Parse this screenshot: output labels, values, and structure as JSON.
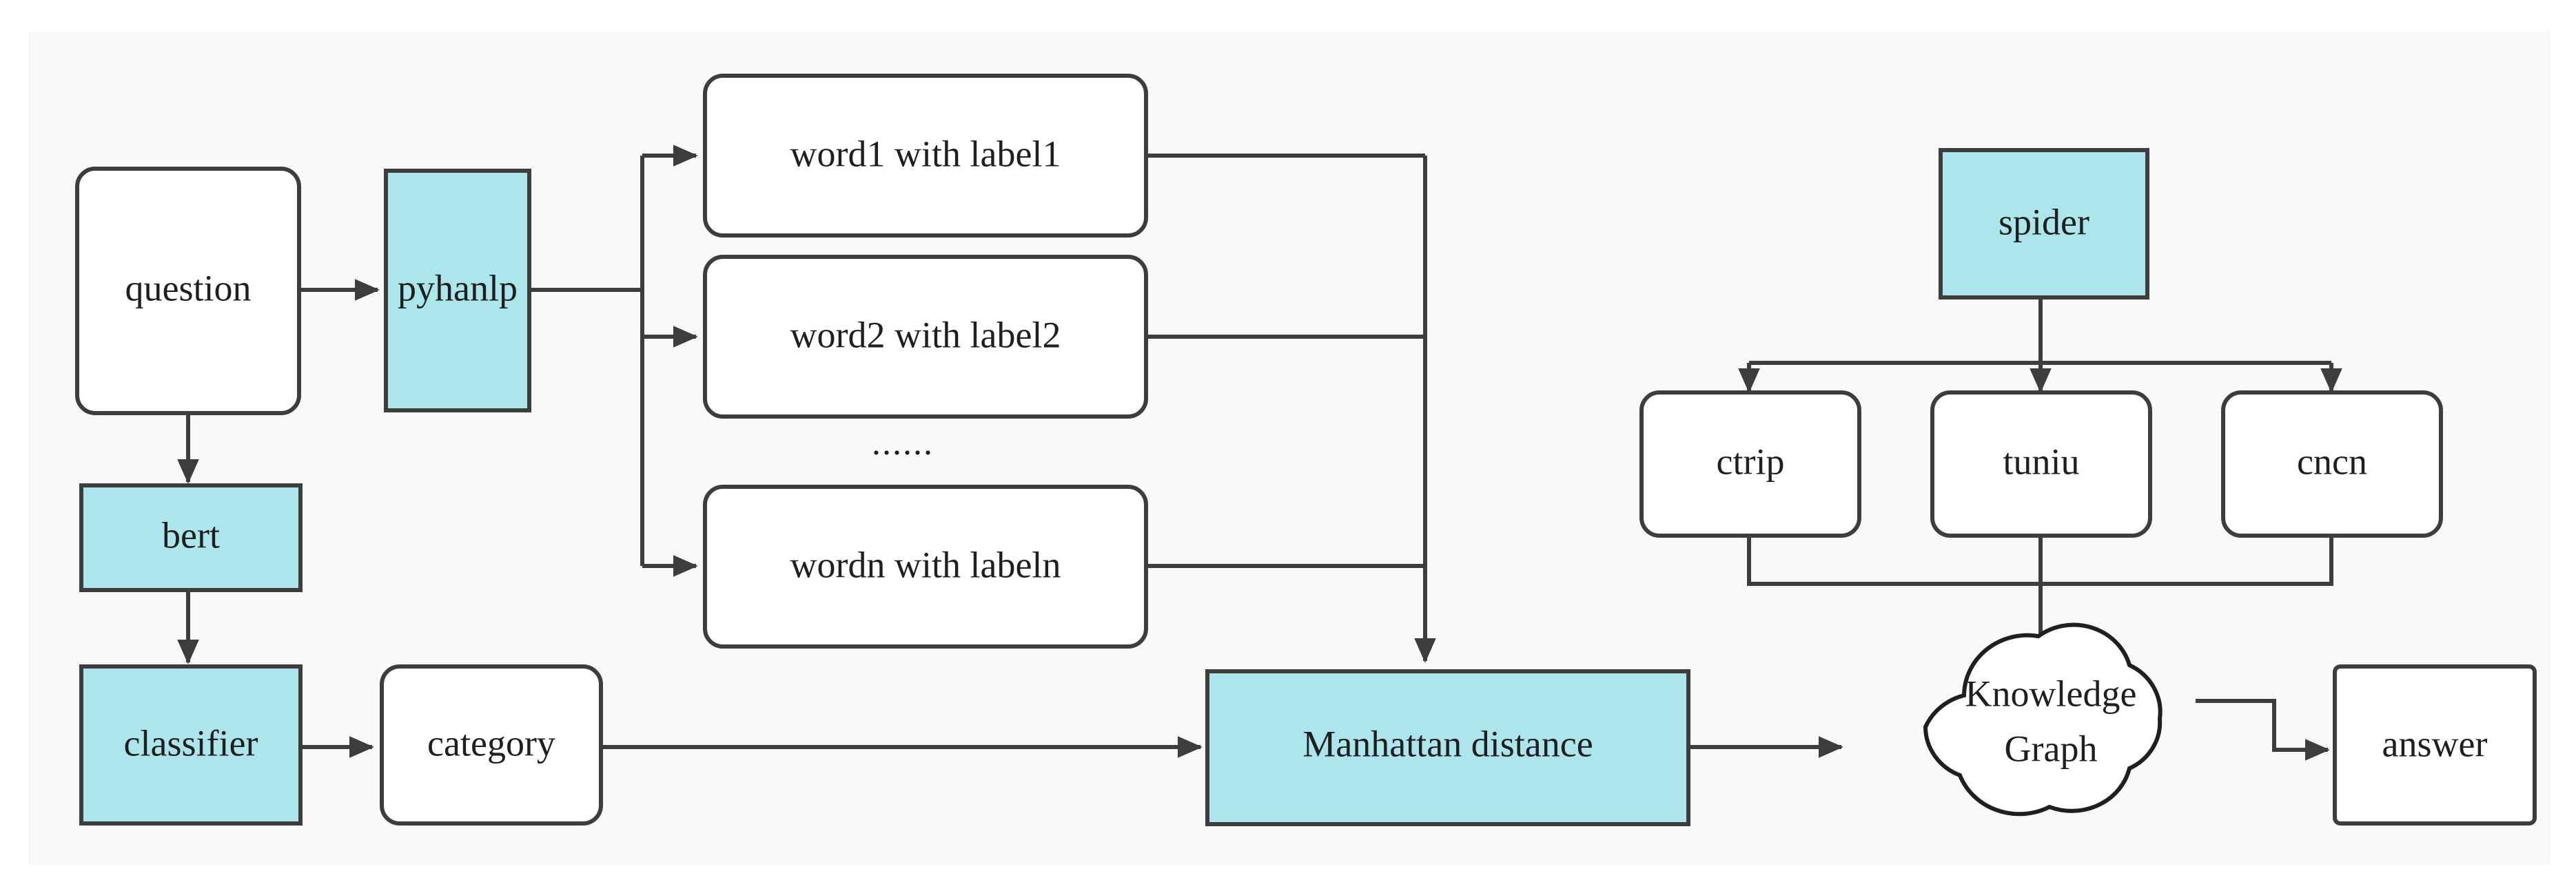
{
  "diagram": {
    "title": "KBQA pipeline flowchart",
    "background_color": "#f9f9f9",
    "accent_color": "#ace5ec",
    "stroke_color": "#3d3d3d",
    "text_color": "#1f1f1f",
    "nodes": [
      {
        "id": "question",
        "label": "question",
        "shape": "rounded-rect",
        "fill": "white"
      },
      {
        "id": "pyhanlp",
        "label": "pyhanlp",
        "shape": "rect",
        "fill": "accent"
      },
      {
        "id": "word1",
        "label": "word1 with label1",
        "shape": "rounded-rect",
        "fill": "white"
      },
      {
        "id": "word2",
        "label": "word2 with label2",
        "shape": "rounded-rect",
        "fill": "white"
      },
      {
        "id": "ellipsis",
        "label": "......",
        "shape": "text",
        "fill": "none"
      },
      {
        "id": "wordn",
        "label": "wordn with labeln",
        "shape": "rounded-rect",
        "fill": "white"
      },
      {
        "id": "bert",
        "label": "bert",
        "shape": "rect",
        "fill": "accent"
      },
      {
        "id": "classifier",
        "label": "classifier",
        "shape": "rect",
        "fill": "accent"
      },
      {
        "id": "category",
        "label": "category",
        "shape": "rounded-rect",
        "fill": "white"
      },
      {
        "id": "manhattan",
        "label": "Manhattan distance",
        "shape": "rect",
        "fill": "accent"
      },
      {
        "id": "spider",
        "label": "spider",
        "shape": "rect",
        "fill": "accent"
      },
      {
        "id": "ctrip",
        "label": "ctrip",
        "shape": "rounded-rect",
        "fill": "white"
      },
      {
        "id": "tuniu",
        "label": "tuniu",
        "shape": "rounded-rect",
        "fill": "white"
      },
      {
        "id": "cncn",
        "label": "cncn",
        "shape": "rounded-rect",
        "fill": "white"
      },
      {
        "id": "kg",
        "label_line1": "Knowledge",
        "label_line2": "Graph",
        "shape": "cloud",
        "fill": "white"
      },
      {
        "id": "answer",
        "label": "answer",
        "shape": "rect",
        "fill": "white"
      }
    ],
    "edges": [
      {
        "from": "question",
        "to": "pyhanlp",
        "arrow": true
      },
      {
        "from": "question",
        "to": "bert",
        "arrow": true
      },
      {
        "from": "pyhanlp",
        "to": "word1",
        "arrow": true
      },
      {
        "from": "pyhanlp",
        "to": "word2",
        "arrow": true
      },
      {
        "from": "pyhanlp",
        "to": "wordn",
        "arrow": true
      },
      {
        "from": "bert",
        "to": "classifier",
        "arrow": true
      },
      {
        "from": "classifier",
        "to": "category",
        "arrow": true
      },
      {
        "from": "category",
        "to": "manhattan",
        "arrow": true
      },
      {
        "from": "word1",
        "to": "manhattan",
        "arrow": true
      },
      {
        "from": "word2",
        "to": "manhattan",
        "arrow": true
      },
      {
        "from": "wordn",
        "to": "manhattan",
        "arrow": true
      },
      {
        "from": "manhattan",
        "to": "kg",
        "arrow": true
      },
      {
        "from": "spider",
        "to": "ctrip",
        "arrow": true
      },
      {
        "from": "spider",
        "to": "tuniu",
        "arrow": true
      },
      {
        "from": "spider",
        "to": "cncn",
        "arrow": true
      },
      {
        "from": "ctrip",
        "to": "kg",
        "arrow": true
      },
      {
        "from": "tuniu",
        "to": "kg",
        "arrow": true
      },
      {
        "from": "cncn",
        "to": "kg",
        "arrow": true
      },
      {
        "from": "kg",
        "to": "answer",
        "arrow": true
      }
    ]
  }
}
